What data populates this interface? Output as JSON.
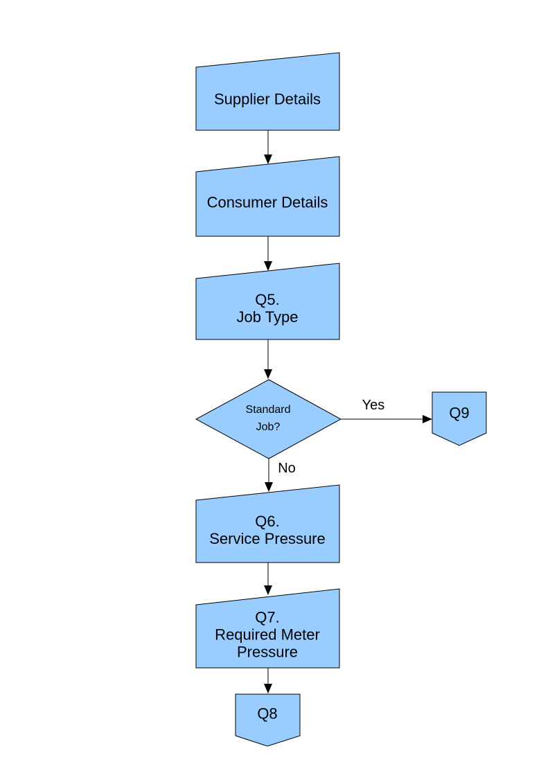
{
  "diagram": {
    "type": "flowchart",
    "colors": {
      "node_fill": "#99CCFF",
      "node_border": "#000000",
      "connector": "#000000",
      "label_text": "#000000",
      "background": "#FFFFFF"
    },
    "nodes": {
      "supplier": {
        "type": "manual-input",
        "label": "Supplier Details"
      },
      "consumer": {
        "type": "manual-input",
        "label": "Consumer Details"
      },
      "q5": {
        "type": "manual-input",
        "label": [
          "Q5.",
          "Job Type"
        ]
      },
      "decision": {
        "type": "decision",
        "label": [
          "Standard",
          "Job?"
        ]
      },
      "q9": {
        "type": "off-page-connector",
        "label": "Q9"
      },
      "q6": {
        "type": "manual-input",
        "label": [
          "Q6.",
          "Service Pressure"
        ]
      },
      "q7": {
        "type": "manual-input",
        "label": [
          "Q7.",
          "Required Meter",
          "Pressure"
        ]
      },
      "q8": {
        "type": "off-page-connector",
        "label": "Q8"
      }
    },
    "edges": {
      "supplier_to_consumer": {
        "from": "supplier",
        "to": "consumer",
        "label": ""
      },
      "consumer_to_q5": {
        "from": "consumer",
        "to": "q5",
        "label": ""
      },
      "q5_to_decision": {
        "from": "q5",
        "to": "decision",
        "label": ""
      },
      "decision_to_q9": {
        "from": "decision",
        "to": "q9",
        "label": "Yes"
      },
      "decision_to_q6": {
        "from": "decision",
        "to": "q6",
        "label": "No"
      },
      "q6_to_q7": {
        "from": "q6",
        "to": "q7",
        "label": ""
      },
      "q7_to_q8": {
        "from": "q7",
        "to": "q8",
        "label": ""
      }
    }
  }
}
